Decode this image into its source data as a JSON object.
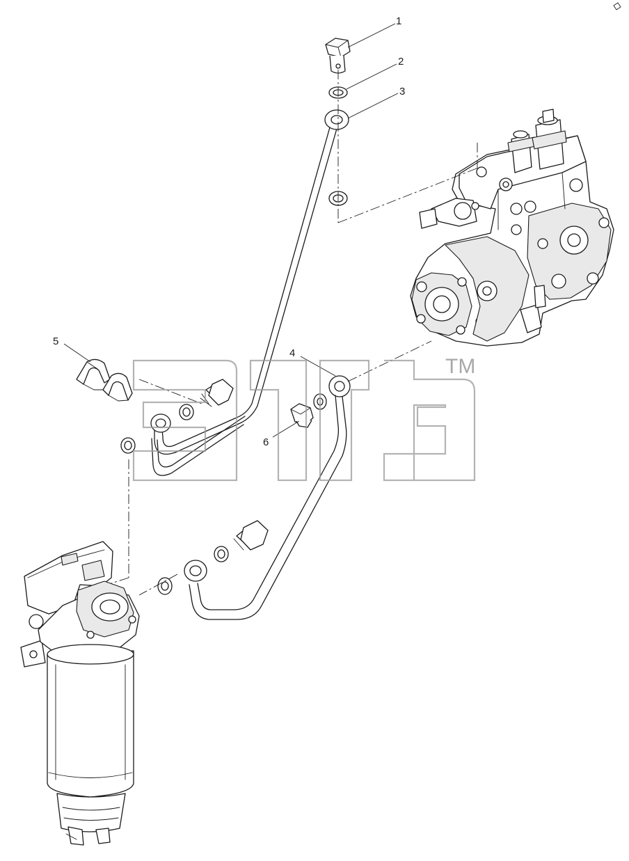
{
  "diagram": {
    "callouts": [
      {
        "id": "1",
        "label": "1"
      },
      {
        "id": "2",
        "label": "2"
      },
      {
        "id": "3",
        "label": "3"
      },
      {
        "id": "4",
        "label": "4"
      },
      {
        "id": "5",
        "label": "5"
      },
      {
        "id": "6",
        "label": "6"
      }
    ],
    "watermark": {
      "mark": "TM"
    },
    "colors": {
      "line": "#1a1a1a",
      "watermark": "#9a9a9a",
      "background": "#ffffff"
    }
  }
}
